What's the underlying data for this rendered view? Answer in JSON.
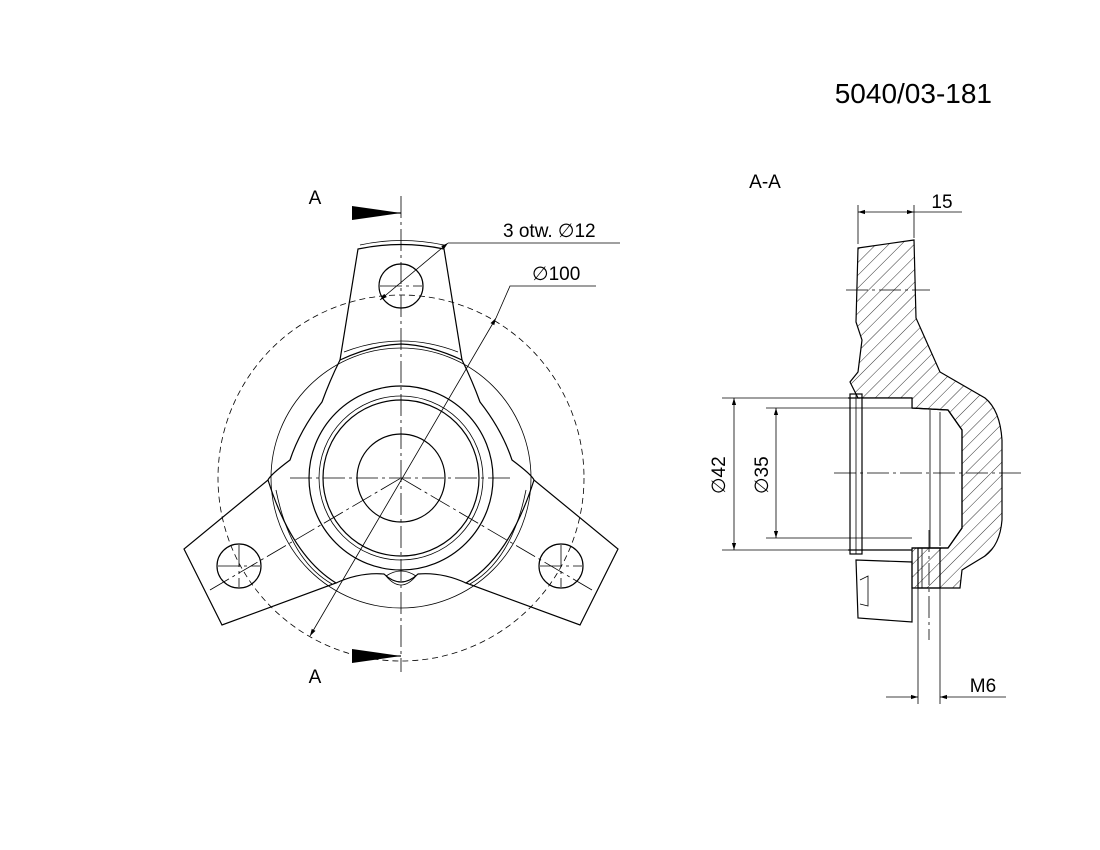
{
  "drawing_number": "5040/03-181",
  "section_label_top": "A",
  "section_label_bottom": "A",
  "section_view_title": "A-A",
  "dimensions": {
    "holes": "3 otw. ",
    "holes_dia": "12",
    "bolt_circle_dia": "100",
    "outer_bore_dia": "42",
    "inner_bore_dia": "35",
    "flange_thickness": "15",
    "thread": "M6"
  },
  "diameter_symbol": "∅"
}
